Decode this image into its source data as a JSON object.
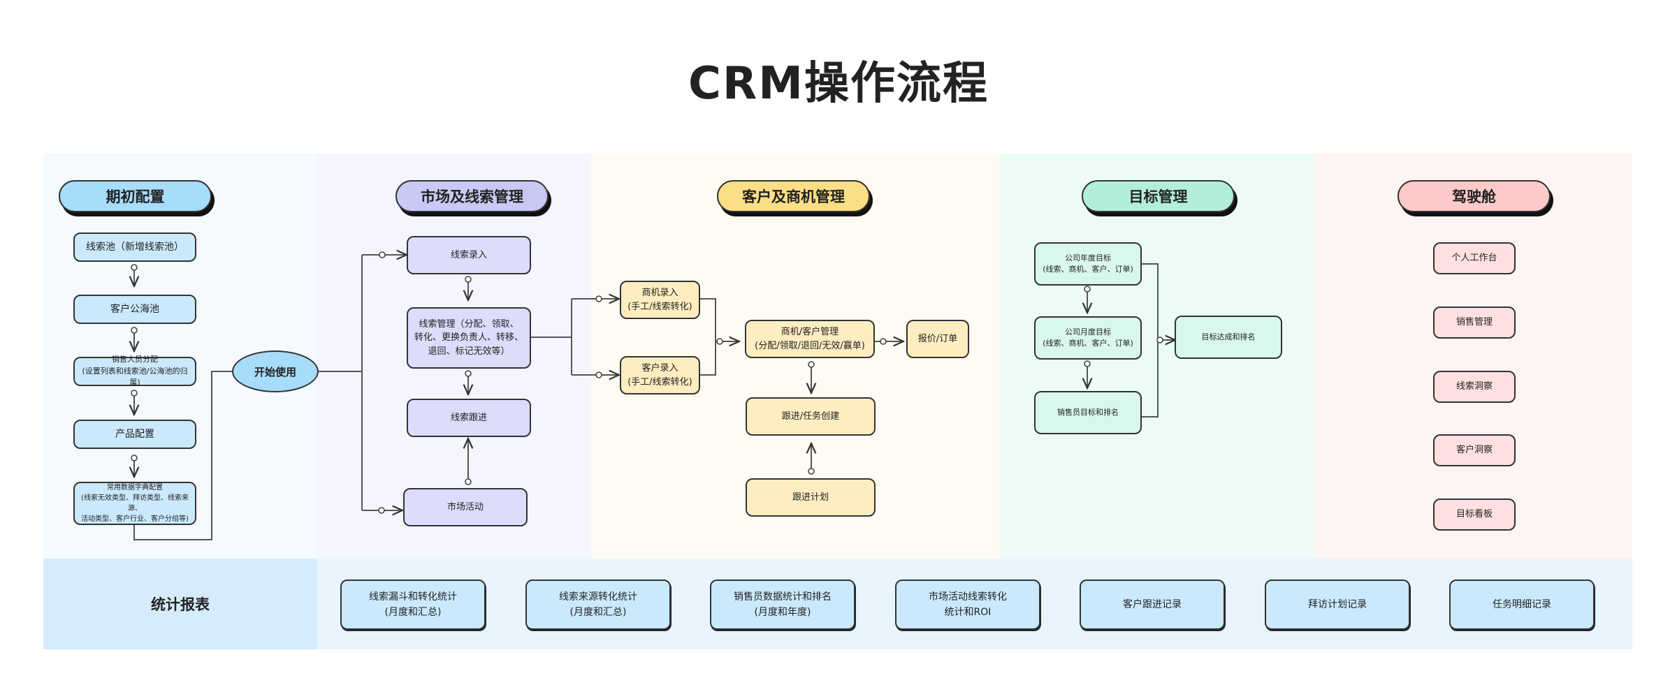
{
  "title": "CRM操作流程",
  "colors": {
    "setup": "#a7dcfb",
    "setup_bg": "#f4fafe",
    "setup_box": "#cbe9fc",
    "market": "#c9c9f6",
    "market_bg": "#f5f5fe",
    "market_box": "#dcdcfb",
    "customer": "#fbde86",
    "customer_bg": "#fefbf2",
    "customer_box": "#fdedc0",
    "goal": "#b3eedd",
    "goal_bg": "#ecfbf5",
    "goal_box": "#d9f7ec",
    "cockpit": "#fdcaca",
    "cockpit_bg": "#fef4f4",
    "cockpit_box": "#fde0df",
    "report_bg": "#e9f5fe",
    "report_label_bg": "#d6ecfc",
    "report_box": "#cbe9fc"
  },
  "sections": {
    "setup": {
      "header": "期初配置",
      "items": [
        "线索池（新增线索池）",
        "客户公海池",
        "销售人员分配\n(设置列表和线索池/公海池的归属)",
        "产品配置",
        "常用数据字典配置\n(线索无效类型、拜访类型、线索来源、\n活动类型、客户行业、客户分组等)"
      ],
      "start": "开始使用"
    },
    "market": {
      "header": "市场及线索管理",
      "items": [
        "线索录入",
        "线索管理（分配、领取、\n转化、更换负责人、转移、\n退回、标记无效等）",
        "线索跟进",
        "市场活动"
      ]
    },
    "customer": {
      "header": "客户及商机管理",
      "items": [
        "商机录入\n(手工/线索转化)",
        "客户录入\n(手工/线索转化)",
        "商机/客户管理\n(分配/领取/退回/无效/赢单)",
        "报价/订单",
        "跟进/任务创建",
        "跟进计划"
      ]
    },
    "goal": {
      "header": "目标管理",
      "items": [
        "公司年度目标\n(线索、商机、客户、订单)",
        "公司月度目标\n(线索、商机、客户、订单)",
        "销售员目标和排名",
        "目标达成和排名"
      ]
    },
    "cockpit": {
      "header": "驾驶舱",
      "items": [
        "个人工作台",
        "销售管理",
        "线索洞察",
        "客户洞察",
        "目标看板"
      ]
    }
  },
  "reports": {
    "label": "统计报表",
    "items": [
      "线索漏斗和转化统计\n(月度和汇总)",
      "线索来源转化统计\n(月度和汇总)",
      "销售员数据统计和排名\n(月度和年度)",
      "市场活动线索转化\n统计和ROI",
      "客户跟进记录",
      "拜访计划记录",
      "任务明细记录"
    ]
  }
}
